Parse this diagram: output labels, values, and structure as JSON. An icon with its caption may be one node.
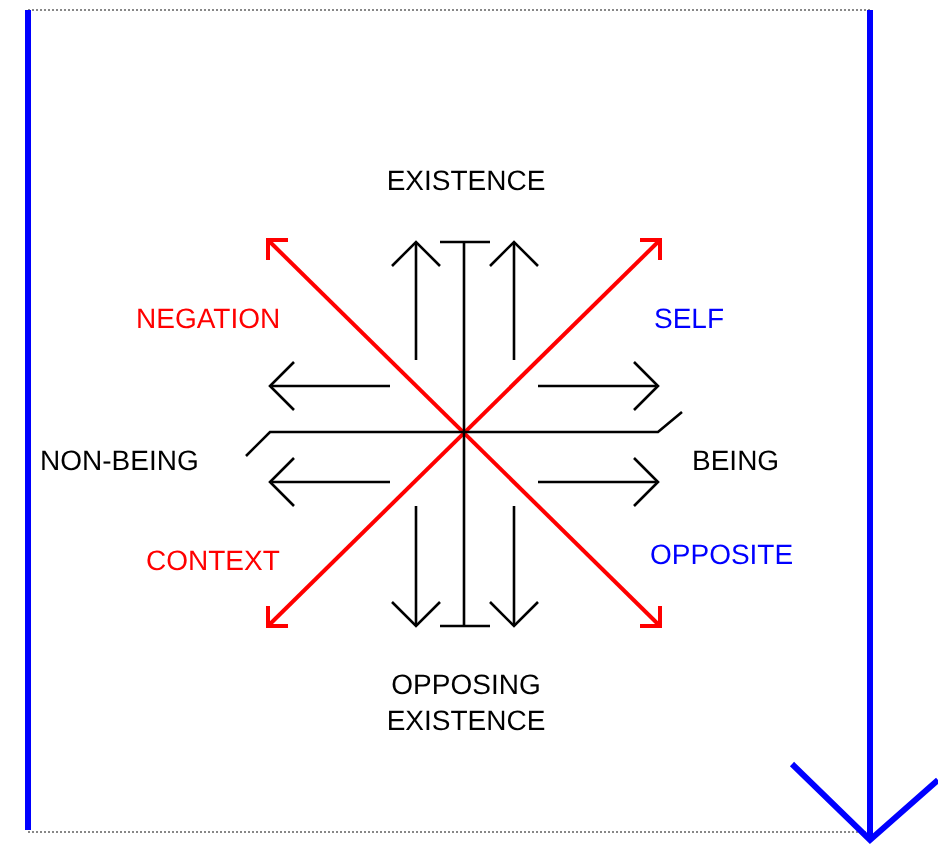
{
  "diagram": {
    "labels": [
      "EXISTENCE",
      "NEGATION",
      "SELF",
      "NON-BEING",
      "BEING",
      "CONTEXT",
      "OPPOSITE",
      "OPPOSING EXISTENCE"
    ]
  }
}
